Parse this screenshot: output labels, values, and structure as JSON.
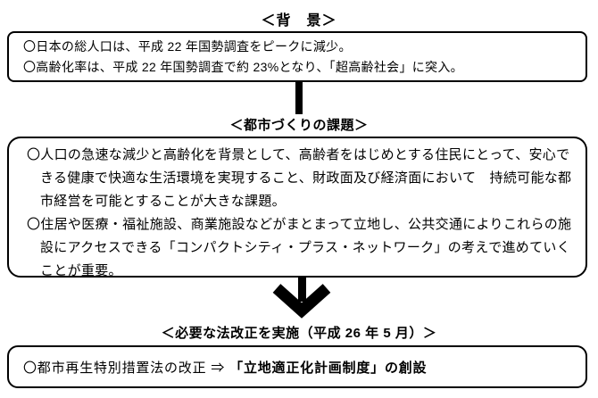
{
  "page": {
    "background_color": "#ffffff",
    "line_color": "#000000"
  },
  "background_section": {
    "title": "＜背　景＞",
    "items": [
      "〇日本の総人口は、平成 22 年国勢調査をピークに減少。",
      "〇高齢化率は、平成 22 年国勢調査で約 23%となり、「超高齢社会」に突入。"
    ]
  },
  "issues_section": {
    "title": "＜都市づくりの課題＞",
    "items": [
      "〇人口の急速な減少と高齢化を背景として、高齢者をはじめとする住民にとって、安心できる健康で快適な生活環境を実現すること、財政面及び経済面において　持続可能な都市経営を可能とすることが大きな課題。",
      "〇住居や医療・福祉施設、商業施設などがまとまって立地し、公共交通によりこれらの施設にアクセスできる「コンパクトシティ・プラス・ネットワーク」の考えで進めていくことが重要。"
    ]
  },
  "law_section": {
    "title": "＜必要な法改正を実施（平成 26 年 5 月）＞",
    "lead": "〇都市再生特別措置法の改正 ⇒ ",
    "highlight": "「立地適正化計画制度」の創設"
  },
  "icons": {
    "connector_bar": "vertical-connector-bar",
    "down_arrow": "bold-down-arrow"
  }
}
